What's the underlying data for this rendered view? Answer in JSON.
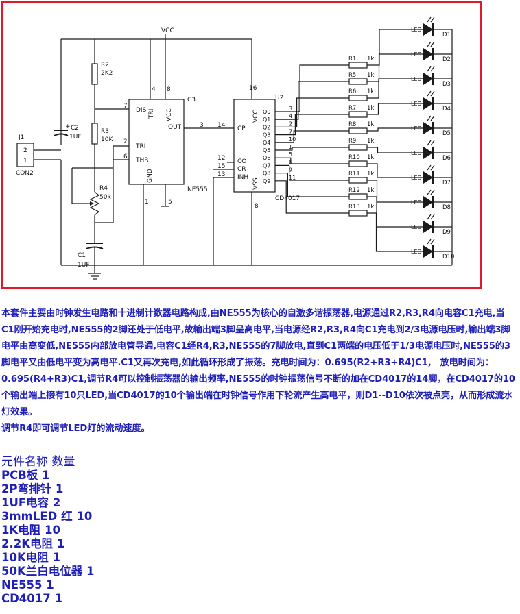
{
  "schematic": {
    "vcc_label": "VCC",
    "connector": {
      "ref": "J1",
      "name": "CON2",
      "pin2": "2",
      "pin1": "1"
    },
    "cap_c2": {
      "ref": "C2",
      "value": "1UF",
      "polarity": "+"
    },
    "cap_c1": {
      "ref": "C1",
      "value": "1UF"
    },
    "r2": {
      "ref": "R2",
      "value": "2K2"
    },
    "r3": {
      "ref": "R3",
      "value": "10K"
    },
    "r4": {
      "ref": "R4",
      "value": "50k"
    },
    "ne555": {
      "ref": "C3",
      "name": "NE555",
      "pins": {
        "dis": "DIS",
        "tri_top": "TRI",
        "vcc": "VCC",
        "out": "OUT",
        "tri": "TRI",
        "thr": "THR",
        "gnd": "GND"
      },
      "pin_numbers": {
        "p7": "7",
        "p4": "4",
        "p8": "8",
        "p3": "3",
        "p2": "2",
        "p6": "6",
        "p1": "1",
        "p5": "5"
      }
    },
    "cd4017": {
      "ref": "U2",
      "name": "CD4017",
      "pins": {
        "vcc": "VCC",
        "cp": "CP",
        "co": "CO",
        "cr": "CR",
        "inh": "INH",
        "vss": "VSS"
      },
      "pin_numbers": {
        "p16": "16",
        "p14": "14",
        "p12": "12",
        "p15": "15",
        "p13": "13",
        "p8": "8"
      },
      "outputs": [
        {
          "name": "Q0",
          "pin": "3"
        },
        {
          "name": "Q1",
          "pin": "4"
        },
        {
          "name": "Q2",
          "pin": "2"
        },
        {
          "name": "Q3",
          "pin": "7"
        },
        {
          "name": "Q4",
          "pin": "10"
        },
        {
          "name": "Q5",
          "pin": "1"
        },
        {
          "name": "Q6",
          "pin": "5"
        },
        {
          "name": "Q7",
          "pin": "6"
        },
        {
          "name": "Q8",
          "pin": "9"
        },
        {
          "name": "Q9",
          "pin": "11"
        }
      ]
    },
    "resistors": [
      {
        "ref": "R1",
        "value": "1k"
      },
      {
        "ref": "R5",
        "value": "1k"
      },
      {
        "ref": "R6",
        "value": "1k"
      },
      {
        "ref": "R7",
        "value": "1k"
      },
      {
        "ref": "R8",
        "value": "1k"
      },
      {
        "ref": "R9",
        "value": "1k"
      },
      {
        "ref": "R10",
        "value": "1k"
      },
      {
        "ref": "R11",
        "value": "1k"
      },
      {
        "ref": "R12",
        "value": "1k"
      },
      {
        "ref": "R13",
        "value": "1k"
      }
    ],
    "leds": [
      {
        "ref": "D1",
        "label": "LED"
      },
      {
        "ref": "D2",
        "label": "LED"
      },
      {
        "ref": "D3",
        "label": "LED"
      },
      {
        "ref": "D4",
        "label": "LED"
      },
      {
        "ref": "D5",
        "label": "LED"
      },
      {
        "ref": "D6",
        "label": "LED"
      },
      {
        "ref": "D7",
        "label": "LED"
      },
      {
        "ref": "D8",
        "label": "LED"
      },
      {
        "ref": "D9",
        "label": "LED"
      },
      {
        "ref": "D10",
        "label": "LED"
      }
    ],
    "frame_color": "#e01a2a"
  },
  "description": {
    "paragraph1": "本套件主要由时钟发生电路和十进制计数器电路构成,由NE555为核心的自激多谐振荡器,电源通过R2,R3,R4向电容C1充电,当C1刚开始充电时,NE555的2脚还处于低电平,故输出端3脚呈高电平,当电源经R2,R3,R4向C1充电到2/3电源电压时,输出端3脚电平由高变低,NE555内部放电管导通,电容C1经R4,R3,NE555的7脚放电,直到C1两端的电压低于1/3电源电压时,NE555的3脚电平又由低电平变为高电平.C1又再次充电,如此循环形成了振荡。充电时间为：0.695(R2+R3+R4)C1,　放电时间为：0.695(R4+R3)C1,调节R4可以控制振荡器的输出频率,NE555的时钟振荡信号不断的加在CD4017的14脚，在CD4017的10个输出端上接有10只LED,当CD4017的10个输出端在时钟信号作用下轮流产生高电平，则D1--D10依次被点亮，从而形成流水灯效果。",
    "paragraph2": "调节R4即可调节LED灯的流动速度。",
    "text_color": "#1f1fb8"
  },
  "parts_list": {
    "header": "元件名称 数量",
    "items": [
      "PCB板 1",
      "2P弯排针 1",
      "1UF电容 2",
      "3mmLED 红 10",
      "1K电阻 10",
      "2.2K电阻 1",
      "10K电阻 1",
      "50K兰白电位器 1",
      "NE555 1",
      "CD4017 1"
    ]
  }
}
